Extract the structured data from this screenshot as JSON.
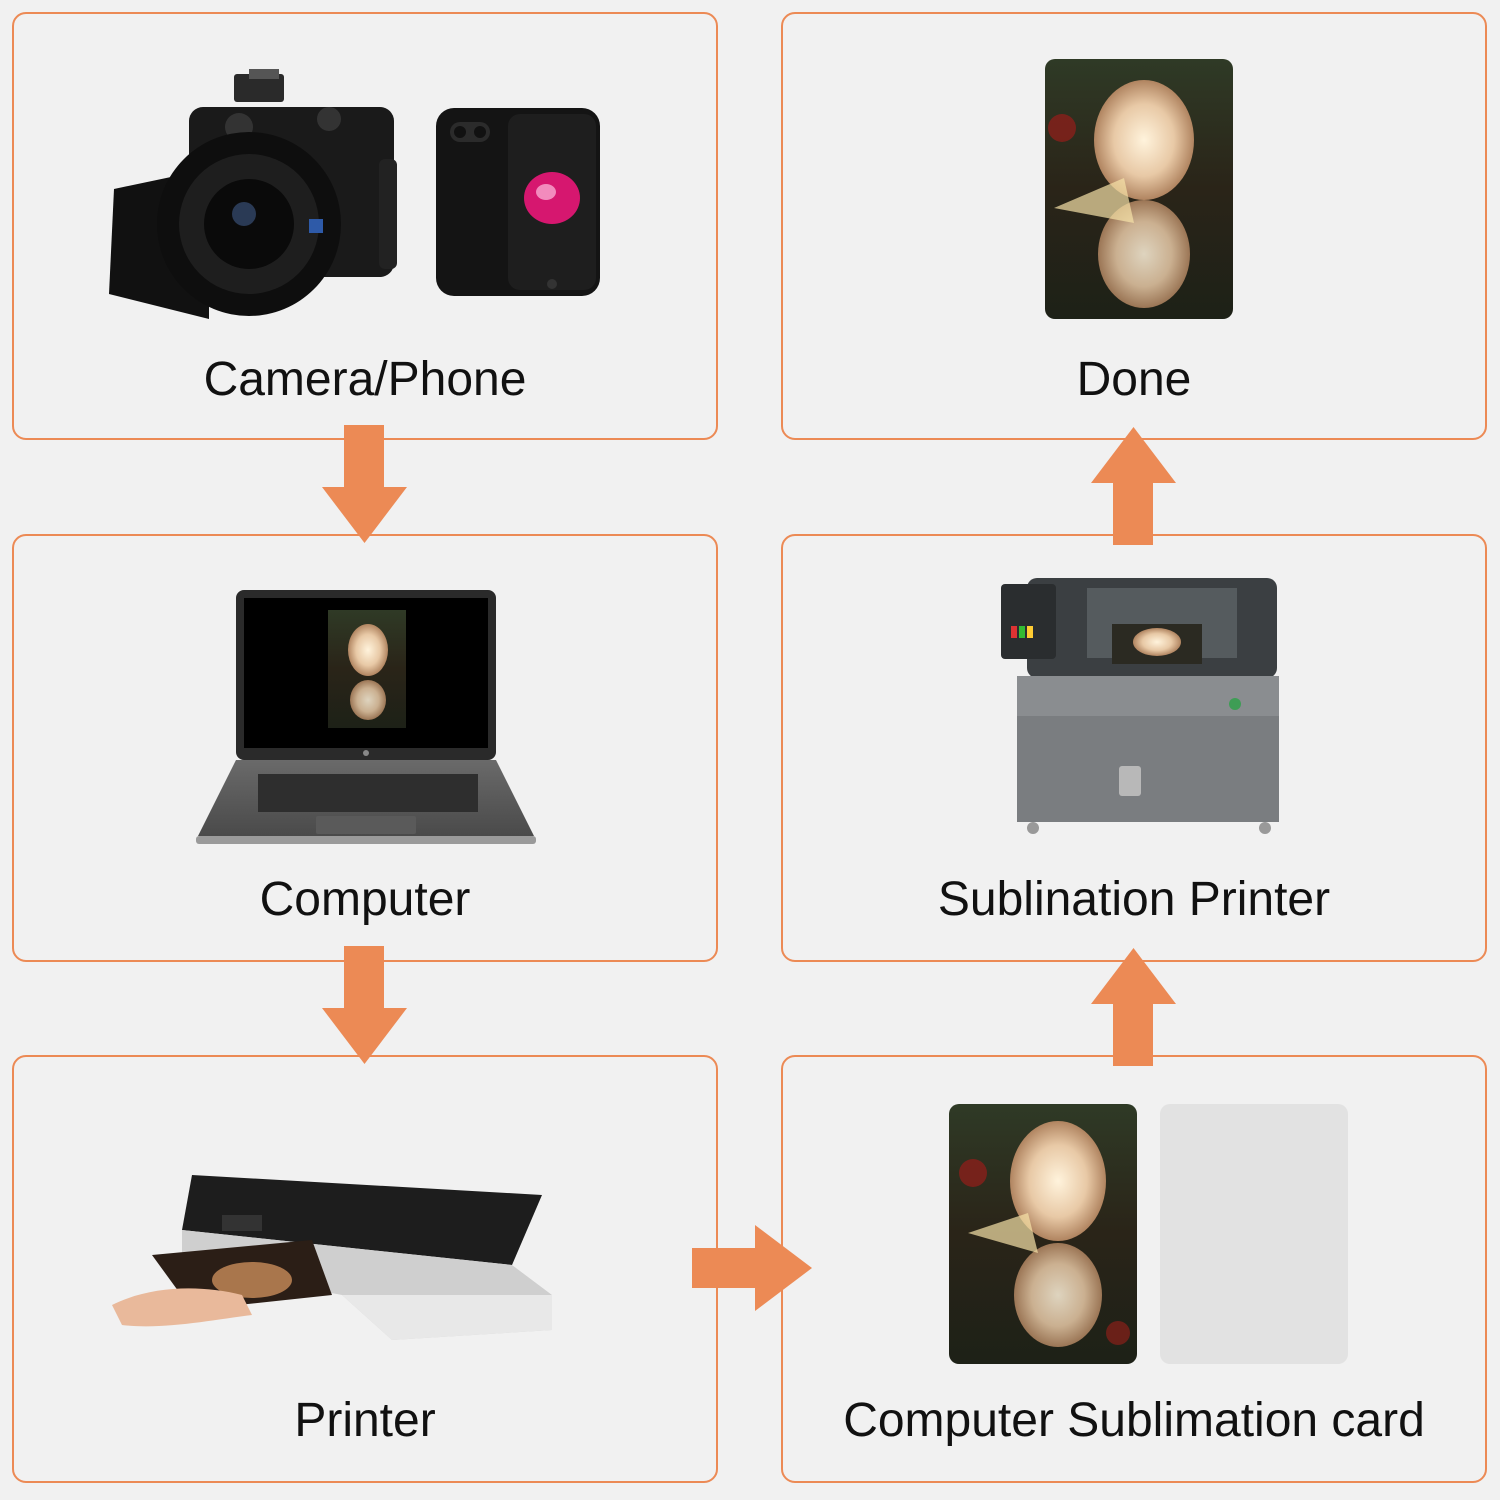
{
  "accent_color": "#ec8a55",
  "steps": [
    {
      "label": "Camera/Phone"
    },
    {
      "label": "Computer"
    },
    {
      "label": "Printer"
    },
    {
      "label": "Computer Sublimation card"
    },
    {
      "label": "Sublination Printer"
    },
    {
      "label": "Done"
    }
  ],
  "icons": [
    "camera-icon",
    "phone-icon",
    "laptop-icon",
    "inkjet-printer-icon",
    "sublimation-card-printed",
    "sublimation-card-blank",
    "card-printer-icon",
    "finished-card"
  ]
}
